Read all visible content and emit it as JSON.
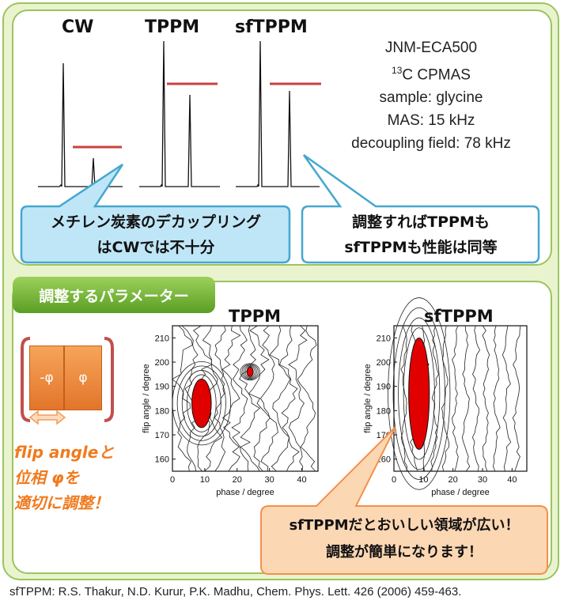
{
  "spectra": {
    "labels": [
      "CW",
      "TPPM",
      "sfTPPM"
    ]
  },
  "conditions": {
    "instrument": "JNM-ECA500",
    "nucleus_sup": "13",
    "nucleus_rest": "C CPMAS",
    "sample": "sample: glycine",
    "mas": "MAS: 15 kHz",
    "decoupling": "decoupling field: 78 kHz"
  },
  "bubbles": {
    "cw_note_line1": "メチレン炭素のデカップリング",
    "cw_note_line2": "はCWでは不十分",
    "tppm_note_line1": "調整すればTPPMも",
    "tppm_note_line2": "sfTPPMも性能は同等",
    "sf_note_line1": "sfTPPMだとおいしい領域が広い！",
    "sf_note_line2": "調整が簡単になります！"
  },
  "parameters": {
    "heading": "調整するパラメーター",
    "pulse_left": "-φ",
    "pulse_right": "φ",
    "instruction_line1": "flip angleと",
    "instruction_line2": "位相 φを",
    "instruction_line3": "適切に調整！"
  },
  "chart_data": [
    {
      "type": "heatmap",
      "title": "TPPM",
      "xlabel": "phase / degree",
      "ylabel": "flip angle / degree",
      "xlim": [
        0,
        45
      ],
      "ylim": [
        155,
        215
      ],
      "xticks": [
        0,
        10,
        20,
        30,
        40
      ],
      "yticks": [
        160,
        170,
        180,
        190,
        200,
        210
      ],
      "optimal_regions": [
        {
          "phase_center": 9,
          "flip_center": 183,
          "phase_halfwidth": 3,
          "flip_halfwidth": 10
        },
        {
          "phase_center": 24,
          "flip_center": 196,
          "phase_halfwidth": 1,
          "flip_halfwidth": 2
        }
      ]
    },
    {
      "type": "heatmap",
      "title": "sfTPPM",
      "xlabel": "phase / degree",
      "ylabel": "flip angle / degree",
      "xlim": [
        0,
        45
      ],
      "ylim": [
        155,
        215
      ],
      "xticks": [
        0,
        10,
        20,
        30,
        40
      ],
      "yticks": [
        160,
        170,
        180,
        190,
        200,
        210
      ],
      "optimal_regions": [
        {
          "phase_center": 8.5,
          "flip_center": 187,
          "phase_halfwidth": 3.5,
          "flip_halfwidth": 23
        }
      ]
    }
  ],
  "reference": "sfTPPM: R.S. Thakur, N.D. Kurur, P.K. Madhu, Chem. Phys. Lett. 426 (2006) 459-463.",
  "colors": {
    "frame": "#9cc45f",
    "background": "#e9f4cf",
    "bubble_blue_fill": "#bfe6f7",
    "bubble_blue_border": "#45a7cf",
    "bubble_orange_fill": "#fcd7b4",
    "bubble_orange_border": "#f3914a",
    "highlight_red": "#e00000",
    "orange_text": "#f07a1e"
  }
}
